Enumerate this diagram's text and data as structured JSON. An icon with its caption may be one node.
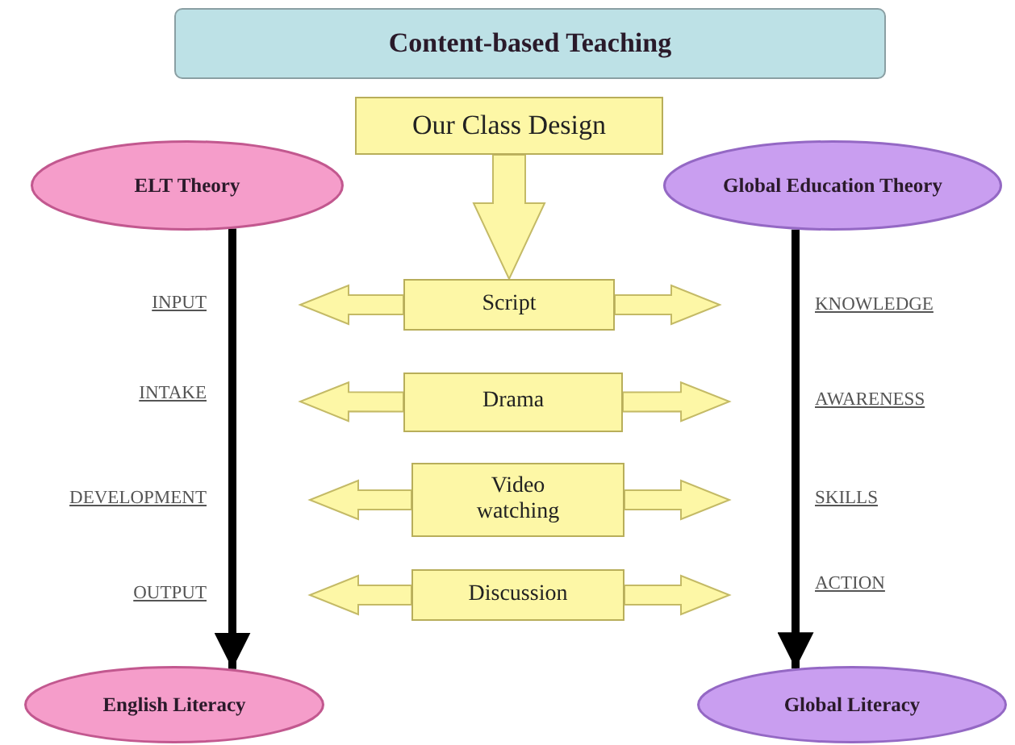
{
  "diagram": {
    "nodes": [
      {
        "text": [
          "Content-based Teaching"
        ]
      },
      {
        "text": [
          "Our Class Design"
        ]
      },
      {
        "text": [
          "ELT Theory"
        ]
      },
      {
        "text": [
          "Global Education Theory"
        ]
      },
      {
        "text": [
          "Script"
        ]
      },
      {
        "text": [
          "Drama"
        ]
      },
      {
        "text": [
          "Video watching"
        ]
      },
      {
        "text": [
          "Discussion"
        ]
      },
      {
        "text": [
          "English Literacy"
        ]
      },
      {
        "text": [
          "Global Literacy"
        ]
      }
    ],
    "edges": [
      {
        "from": 1,
        "to": 4,
        "arrow": "to",
        "style": "thick"
      },
      {
        "from": 2,
        "to": 8,
        "arrow": "to",
        "color": "#000000"
      },
      {
        "from": 3,
        "to": 9,
        "arrow": "to",
        "color": "#000000"
      },
      {
        "from": 4,
        "to": null,
        "arrow": "to",
        "style": "thick"
      },
      {
        "from": 4,
        "to": null,
        "arrow": "to",
        "style": "thick"
      },
      {
        "from": 5,
        "to": null,
        "arrow": "to",
        "style": "thick"
      },
      {
        "from": 5,
        "to": null,
        "arrow": "to",
        "style": "thick"
      },
      {
        "from": 6,
        "to": null,
        "arrow": "to",
        "style": "thick"
      },
      {
        "from": 6,
        "to": null,
        "arrow": "to",
        "style": "thick"
      },
      {
        "from": 7,
        "to": null,
        "arrow": "to",
        "style": "thick"
      },
      {
        "from": 7,
        "to": null,
        "arrow": "to",
        "style": "thick"
      }
    ],
    "labels": [
      "INPUT",
      "KNOWLEDGE",
      "INTAKE",
      "AWARENESS",
      "DEVELOPMENT",
      "SKILLS",
      "OUTPUT",
      "ACTION"
    ]
  }
}
